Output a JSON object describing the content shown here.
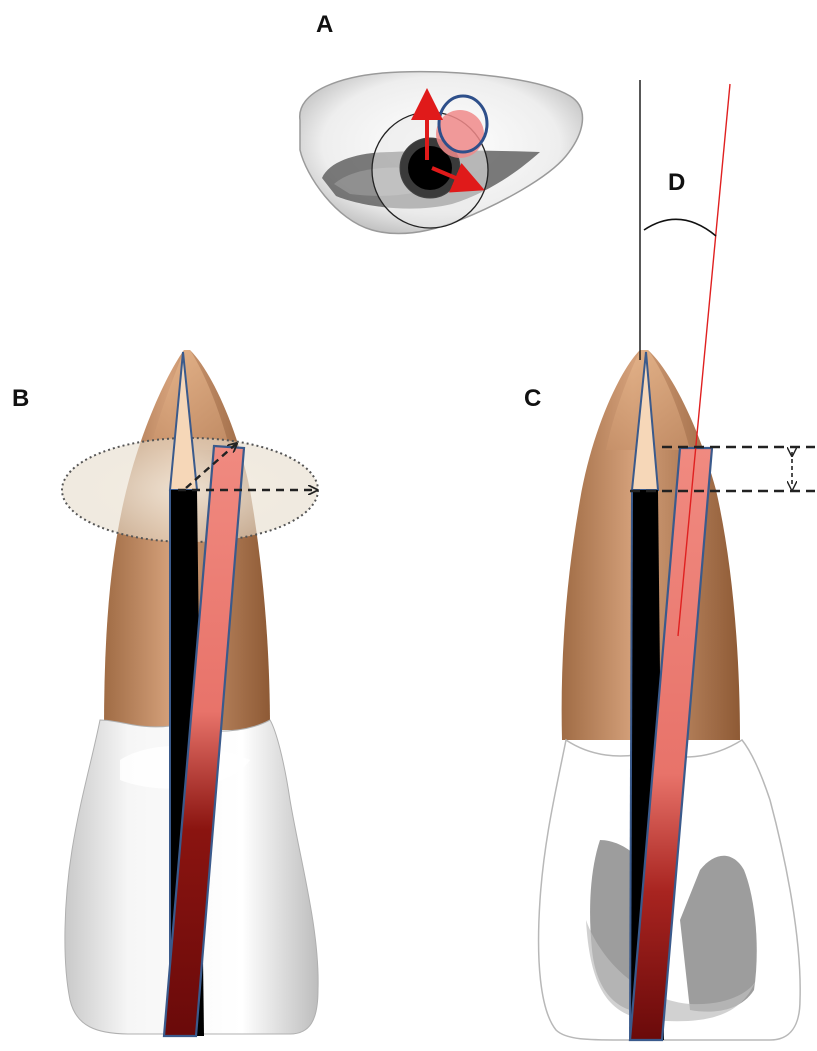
{
  "labels": {
    "a": "A",
    "b": "B",
    "c": "C",
    "d": "D"
  },
  "colors": {
    "root": "#c8926a",
    "root_dark": "#a06c45",
    "crown": "#f4f4f4",
    "crown_shadow": "#d8d8d8",
    "canal_black": "#000000",
    "post_red": "#e8736a",
    "post_dark_red": "#7a0e0e",
    "outline_blue": "#3a5a8c",
    "arrow_red": "#e01a1a",
    "ring_blue": "#2e4f8a",
    "angle_line": "#e02020",
    "dash": "#222222",
    "ellipse_fill": "#efe6d8"
  },
  "icons": {
    "tooth_cross_section": "tooth-occlusal-cross-section",
    "displacement_arrows": "red-arrows"
  }
}
